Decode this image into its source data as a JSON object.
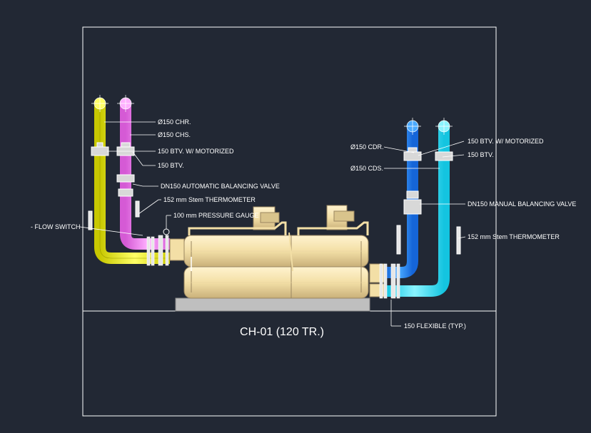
{
  "drawing": {
    "title": "CH-01 (120 TR.)",
    "labels": {
      "chr": "Ø150 CHR.",
      "chs": "Ø150 CHS.",
      "btv_motorized_left": "150 BTV. W/ MOTORIZED",
      "btv_left": "150 BTV.",
      "auto_balancing_valve": "DN150 AUTOMATIC BALANCING VALVE",
      "thermometer_left": "152 mm Stem THERMOMETER",
      "pressure_gauge": "100 mm PRESSURE GAUGE",
      "flow_switch": "- FLOW SWITCH",
      "cdr": "Ø150 CDR.",
      "cds": "Ø150 CDS.",
      "btv_motorized_right": "150 BTV. W/ MOTORIZED",
      "btv_right": "150 BTV.",
      "manual_balancing_valve": "DN150 MANUAL BALANCING VALVE",
      "thermometer_right": "152 mm Stem THERMOMETER",
      "flexible": "150 FLEXIBLE (TYP.)"
    }
  },
  "colors": {
    "background": "#222834",
    "frame": "#ffffff",
    "pipe_chr": "#f0f000",
    "pipe_chs": "#ff77ff",
    "pipe_cdr": "#1e8fff",
    "pipe_cds": "#22e3ff",
    "chiller_body": "#f3dfa6",
    "chiller_shade": "#c9b07a",
    "base": "#bfbfbf"
  }
}
